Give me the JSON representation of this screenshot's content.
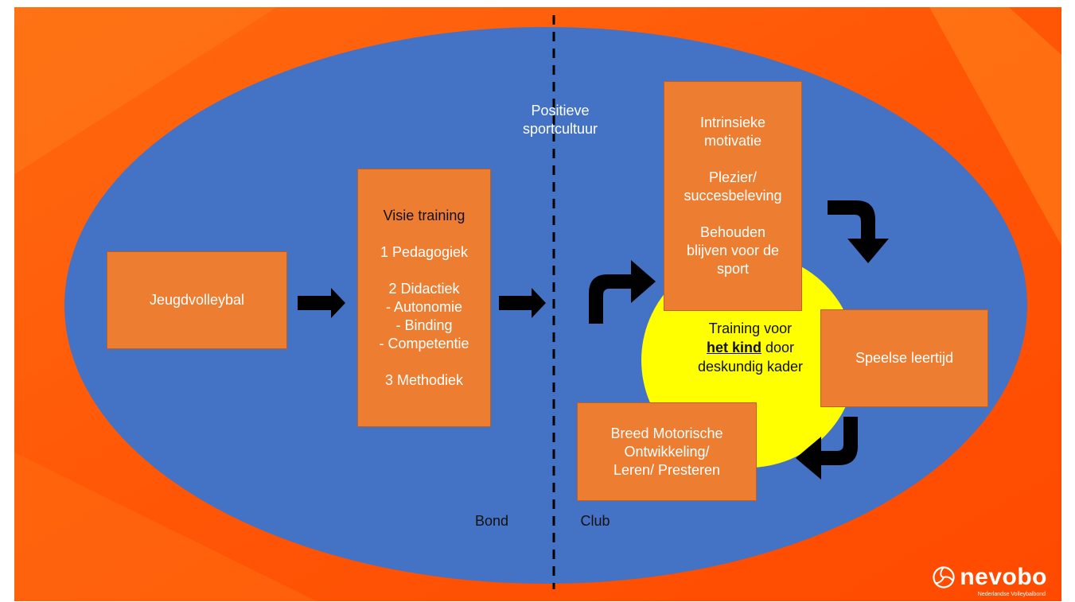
{
  "diagram": {
    "left_box": "Jeugdvolleybal",
    "visie_box": {
      "title": "Visie training",
      "item1": "1 Pedagogiek",
      "item2": "2 Didactiek",
      "sub1": "- Autonomie",
      "sub2": "- Binding",
      "sub3": "- Competentie",
      "item3": "3 Methodiek"
    },
    "divider_label": [
      "Positieve",
      "sportcultuur"
    ],
    "bond_label": "Bond",
    "club_label": "Club",
    "top_box": {
      "line1": "Intrinsieke",
      "line2": "motivatie",
      "line3": "Plezier/",
      "line4": "succesbeleving",
      "line5": "Behouden",
      "line6": "blijven voor de",
      "line7": "sport"
    },
    "right_box": "Speelse leertijd",
    "bottom_box": {
      "line1": "Breed Motorische",
      "line2": "Ontwikkeling/",
      "line3": "Leren/ Presteren"
    },
    "center": {
      "line1": "Training voor",
      "line2_bold": "het kind",
      "line2_rest": " door",
      "line3": "deskundig kader"
    }
  },
  "logo": {
    "name": "nevobo",
    "tagline": "Nederlandse Volleybalbond"
  },
  "colors": {
    "background_orange": "#ff5a0a",
    "ellipse_blue": "#4472c4",
    "box_orange": "#ed7d31",
    "circle_yellow": "#ffff00",
    "arrow": "#000000"
  }
}
